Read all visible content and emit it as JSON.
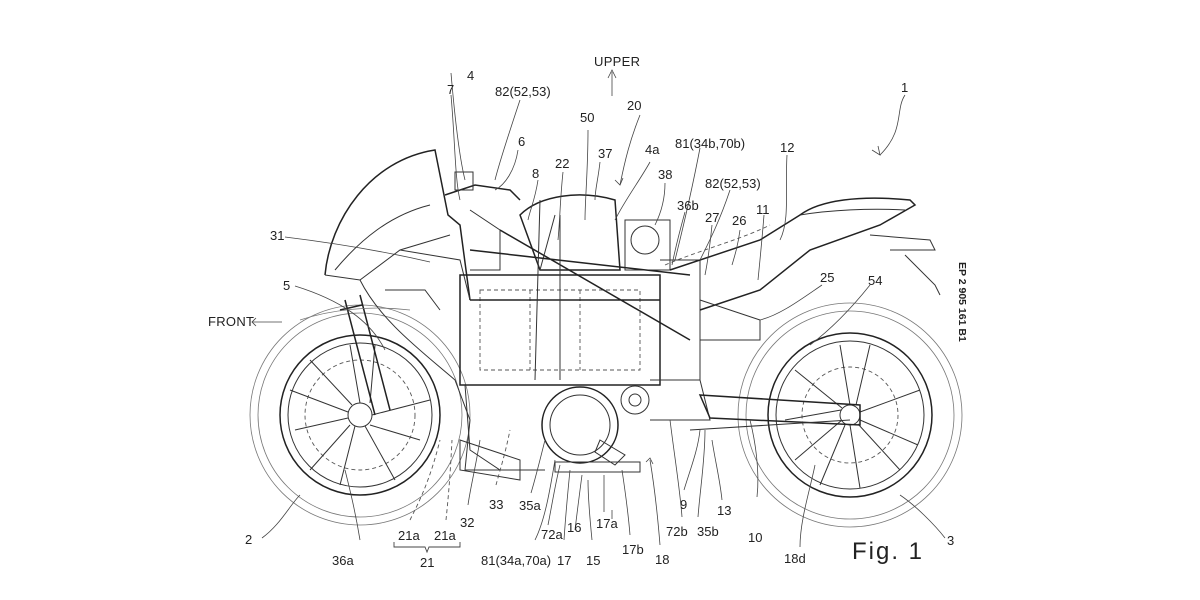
{
  "figure": {
    "title": "Fig. 1",
    "publication_number": "EP 2 905 161 B1",
    "direction_labels": {
      "upper": "UPPER",
      "front": "FRONT"
    }
  },
  "reference_labels": {
    "r1": "1",
    "r2": "2",
    "r3": "3",
    "r4": "4",
    "r4a": "4a",
    "r5": "5",
    "r6": "6",
    "r7": "7",
    "r8": "8",
    "r9": "9",
    "r10": "10",
    "r11": "11",
    "r12": "12",
    "r13": "13",
    "r15": "15",
    "r16": "16",
    "r17": "17",
    "r17a": "17a",
    "r17b": "17b",
    "r18": "18",
    "r18d": "18d",
    "r20": "20",
    "r21": "21",
    "r21a_1": "21a",
    "r21a_2": "21a",
    "r22": "22",
    "r25": "25",
    "r26": "26",
    "r27": "27",
    "r31": "31",
    "r32": "32",
    "r33": "33",
    "r35a": "35a",
    "r35b": "35b",
    "r36a": "36a",
    "r36b": "36b",
    "r37": "37",
    "r38": "38",
    "r50": "50",
    "r54": "54",
    "r72a": "72a",
    "r72b": "72b",
    "r81_front": "81(34a,70a)",
    "r81_rear": "81(34b,70b)",
    "r82_top": "82(52,53)",
    "r82_rear": "82(52,53)"
  }
}
